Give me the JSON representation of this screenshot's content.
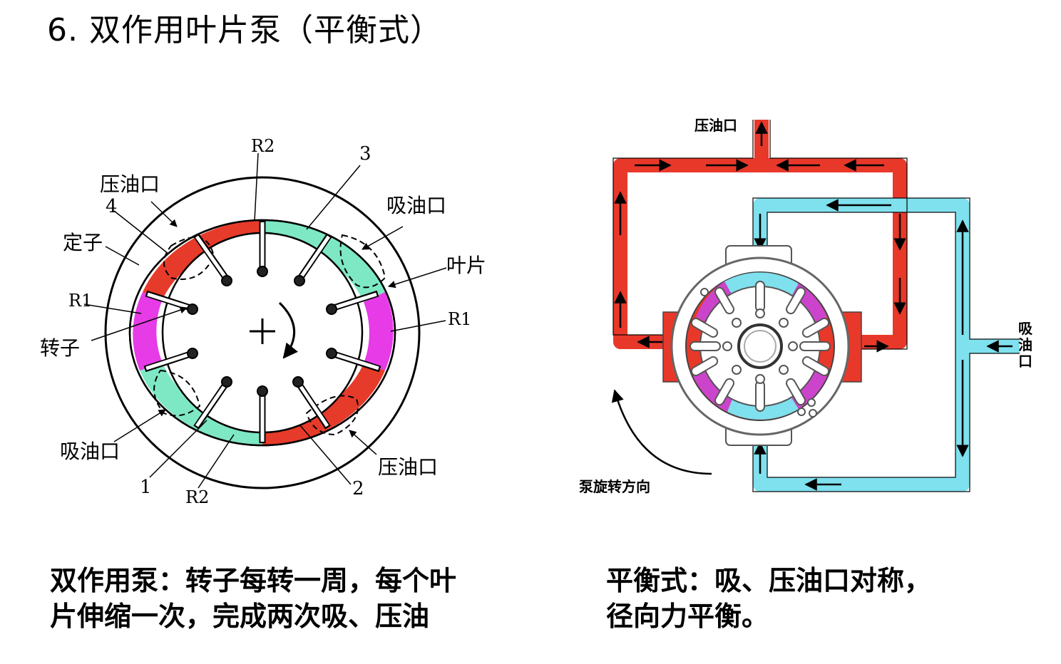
{
  "title": "6. 双作用叶片泵（平衡式）",
  "left_diagram": {
    "labels": {
      "r2_top": "R2",
      "r2_bottom": "R2",
      "r1_left": "R1",
      "r1_right": "R1",
      "num3": "3",
      "num4": "4",
      "num1": "1",
      "num2": "2",
      "press_top": "压油口",
      "press_bottom": "压油口",
      "suction_top": "吸油口",
      "suction_bottom": "吸油口",
      "stator": "定子",
      "vane": "叶片",
      "rotor": "转子"
    },
    "colors": {
      "pressure": "#e63b2a",
      "suction": "#7ee8c4",
      "transition": "#e63be6"
    }
  },
  "right_diagram": {
    "labels": {
      "press_port": "压油口",
      "suction_port_chars": [
        "吸",
        "油",
        "口"
      ],
      "rotation": "泵旋转方向"
    },
    "colors": {
      "pressure": "#e8382a",
      "suction": "#7fe0ee",
      "transition": "#cc44cc"
    }
  },
  "captions": {
    "left_line1": "双作用泵：转子每转一周，每个叶",
    "left_line2": "片伸缩一次，完成两次吸、压油",
    "right_line1": "平衡式：吸、压油口对称，",
    "right_line2": "径向力平衡。"
  }
}
